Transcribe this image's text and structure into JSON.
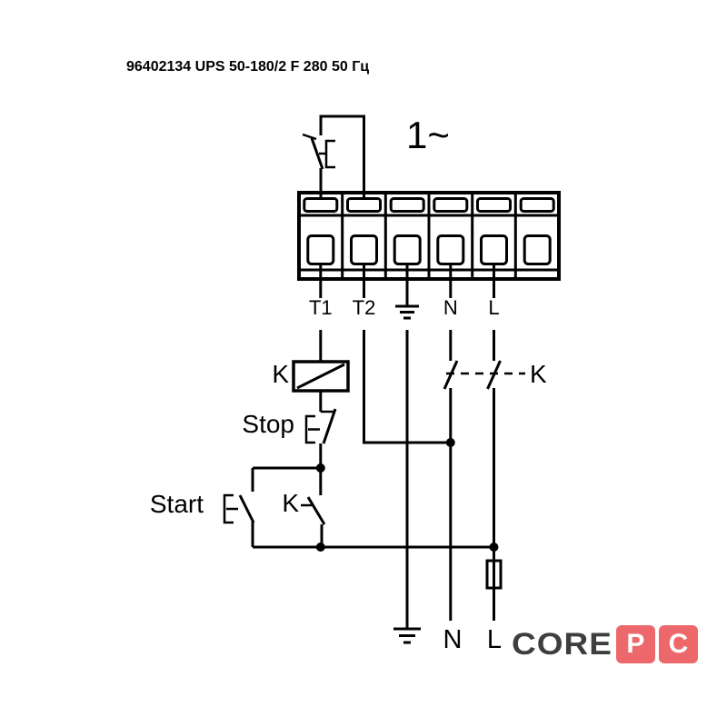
{
  "title": "96402134 UPS 50-180/2 F 280 50 Гц",
  "schematic": {
    "phase_label": "1~",
    "terminal_labels": {
      "t1": "T1",
      "t2": "T2",
      "n": "N",
      "l": "L"
    },
    "coil_label": "K",
    "main_contacts_label": "K",
    "aux_contact_label": "K",
    "stop_button_label": "Stop",
    "start_button_label": "Start",
    "supply_labels": {
      "neutral": "N",
      "live": "L"
    },
    "wire_color": "#000000",
    "background_color": "#ffffff"
  },
  "logo": {
    "name": "CORE",
    "suffix_letters": {
      "first": "P",
      "second": "C"
    },
    "dark_color": "#3e3e40",
    "red_color": "#ed686b"
  }
}
